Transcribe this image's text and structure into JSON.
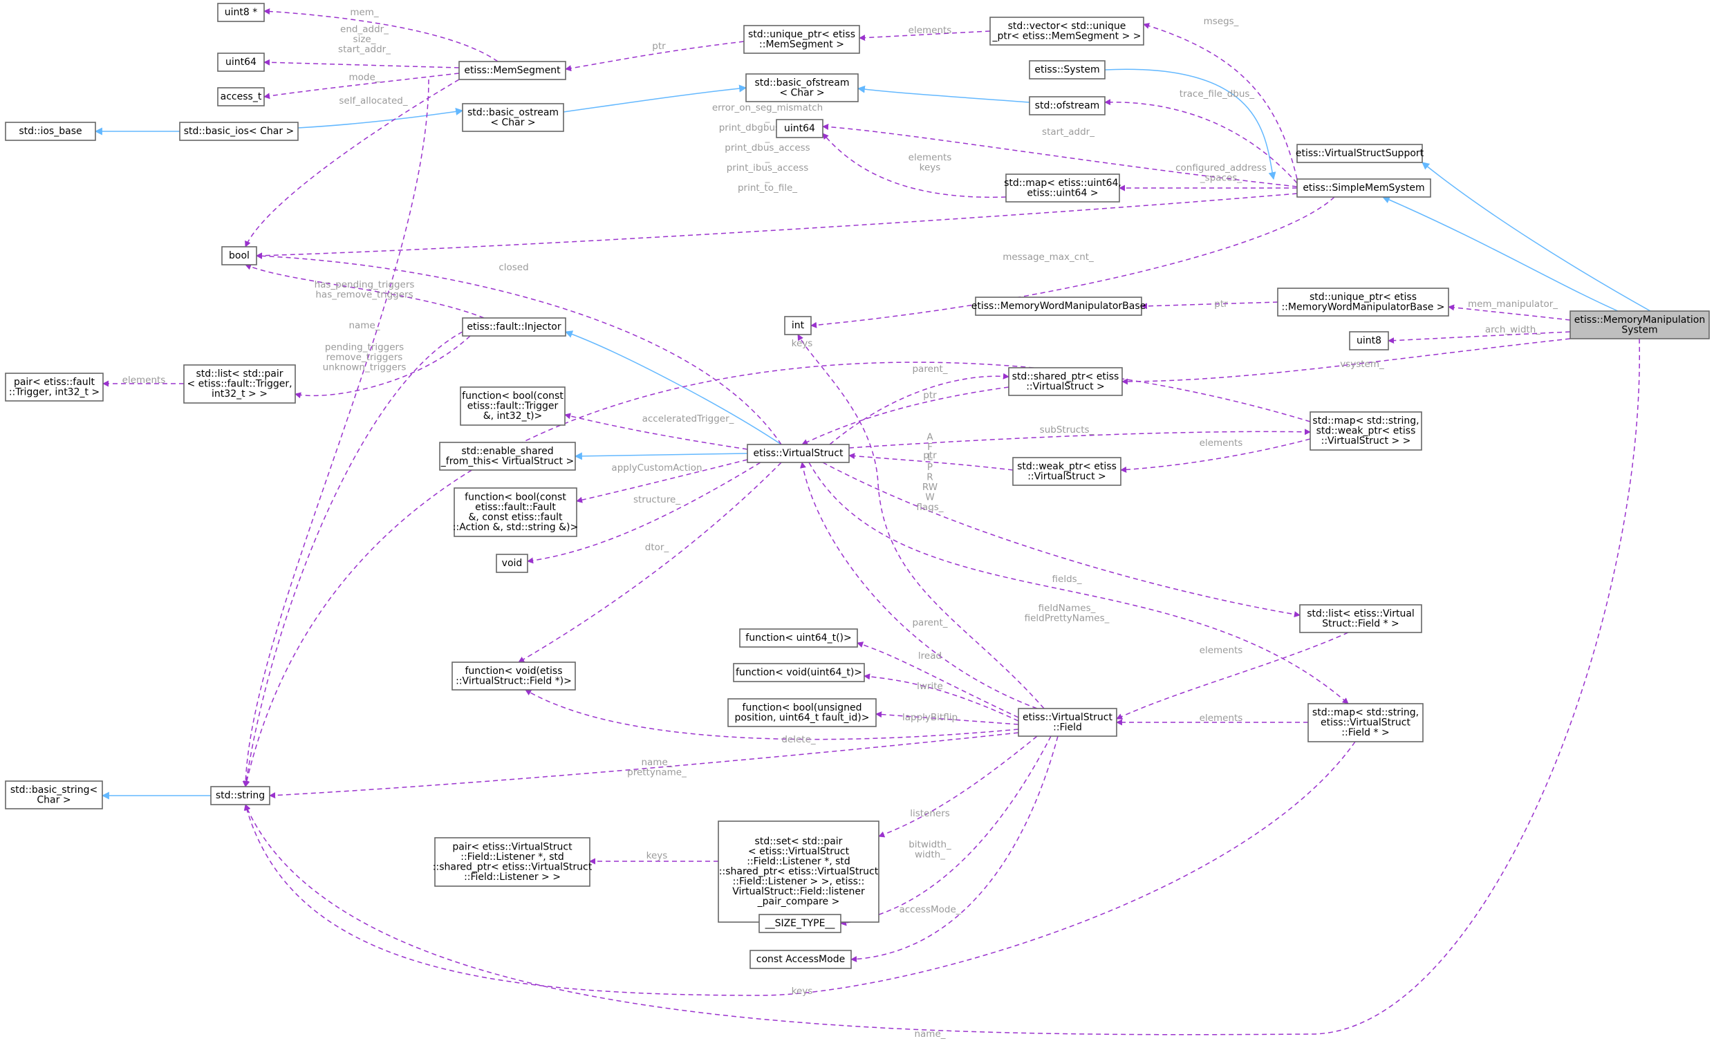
{
  "nodes": [
    {
      "id": "uint8p",
      "lines": [
        "uint8 *"
      ]
    },
    {
      "id": "uint64a",
      "lines": [
        "uint64"
      ]
    },
    {
      "id": "access_t",
      "lines": [
        "access_t"
      ]
    },
    {
      "id": "ios_base",
      "lines": [
        "std::ios_base"
      ]
    },
    {
      "id": "basic_ios",
      "lines": [
        "std::basic_ios< Char >"
      ]
    },
    {
      "id": "memseg",
      "lines": [
        "etiss::MemSegment"
      ]
    },
    {
      "id": "basic_ostream",
      "lines": [
        "std::basic_ostream",
        "< Char >"
      ]
    },
    {
      "id": "uptr_memseg",
      "lines": [
        "std::unique_ptr< etiss",
        "::MemSegment >"
      ]
    },
    {
      "id": "vec_uptr",
      "lines": [
        "std::vector< std::unique",
        "_ptr< etiss::MemSegment > >"
      ]
    },
    {
      "id": "basic_ofstream",
      "lines": [
        "std::basic_ofstream",
        "< Char >"
      ]
    },
    {
      "id": "system",
      "lines": [
        "etiss::System"
      ]
    },
    {
      "id": "ofstream",
      "lines": [
        "std::ofstream"
      ]
    },
    {
      "id": "vss",
      "lines": [
        "etiss::VirtualStructSupport"
      ]
    },
    {
      "id": "uint64b",
      "lines": [
        "uint64"
      ]
    },
    {
      "id": "map_u64",
      "lines": [
        "std::map< etiss::uint64,",
        "etiss::uint64 >"
      ]
    },
    {
      "id": "smms",
      "lines": [
        "etiss::SimpleMemSystem"
      ]
    },
    {
      "id": "bool",
      "lines": [
        "bool"
      ]
    },
    {
      "id": "int",
      "lines": [
        "int"
      ]
    },
    {
      "id": "mwmb",
      "lines": [
        "etiss::MemoryWordManipulatorBase"
      ]
    },
    {
      "id": "uptr_mwmb",
      "lines": [
        "std::unique_ptr< etiss",
        "::MemoryWordManipulatorBase >"
      ]
    },
    {
      "id": "mms",
      "lines": [
        "etiss::MemoryManipulation",
        "System"
      ]
    },
    {
      "id": "uint8",
      "lines": [
        "uint8"
      ]
    },
    {
      "id": "injector",
      "lines": [
        "etiss::fault::Injector"
      ]
    },
    {
      "id": "pair_trig",
      "lines": [
        "pair< etiss::fault",
        "::Trigger, int32_t >"
      ]
    },
    {
      "id": "list_pair",
      "lines": [
        "std::list< std::pair",
        "< etiss::fault::Trigger,",
        "int32_t > >"
      ]
    },
    {
      "id": "sptr_vs",
      "lines": [
        "std::shared_ptr< etiss",
        "::VirtualStruct >"
      ]
    },
    {
      "id": "func_trig",
      "lines": [
        "function< bool(const",
        "etiss::fault::Trigger",
        "&, int32_t)>"
      ]
    },
    {
      "id": "map_weak",
      "lines": [
        "std::map< std::string,",
        "std::weak_ptr< etiss",
        "::VirtualStruct > >"
      ]
    },
    {
      "id": "esft",
      "lines": [
        "std::enable_shared",
        "_from_this< VirtualStruct >"
      ]
    },
    {
      "id": "vs",
      "lines": [
        "etiss::VirtualStruct"
      ]
    },
    {
      "id": "wptr_vs",
      "lines": [
        "std::weak_ptr< etiss",
        "::VirtualStruct >"
      ]
    },
    {
      "id": "func_fault",
      "lines": [
        "function< bool(const",
        "etiss::fault::Fault",
        "&, const etiss::fault",
        "::Action &, std::string &)>"
      ]
    },
    {
      "id": "void",
      "lines": [
        "void"
      ]
    },
    {
      "id": "list_field",
      "lines": [
        "std::list< etiss::Virtual",
        "Struct::Field * >"
      ]
    },
    {
      "id": "func_u64",
      "lines": [
        "function< uint64_t()>"
      ]
    },
    {
      "id": "func_void_u64",
      "lines": [
        "function< void(uint64_t)>"
      ]
    },
    {
      "id": "func_field",
      "lines": [
        "function< void(etiss",
        "::VirtualStruct::Field *)>"
      ]
    },
    {
      "id": "func_bitflip",
      "lines": [
        "function< bool(unsigned",
        "position, uint64_t fault_id)>"
      ]
    },
    {
      "id": "field",
      "lines": [
        "etiss::VirtualStruct",
        "::Field"
      ]
    },
    {
      "id": "map_field",
      "lines": [
        "std::map< std::string,",
        "etiss::VirtualStruct",
        "::Field * >"
      ]
    },
    {
      "id": "basic_string",
      "lines": [
        "std::basic_string<",
        "Char >"
      ]
    },
    {
      "id": "string",
      "lines": [
        "std::string"
      ]
    },
    {
      "id": "pair_listener",
      "lines": [
        "pair< etiss::VirtualStruct",
        "::Field::Listener *, std",
        "::shared_ptr< etiss::VirtualStruct",
        "::Field::Listener > >"
      ]
    },
    {
      "id": "set_pair",
      "lines": [
        "std::set< std::pair",
        "< etiss::VirtualStruct",
        "::Field::Listener *, std",
        "::shared_ptr< etiss::VirtualStruct",
        "::Field::Listener > >, etiss::",
        "VirtualStruct::Field::listener",
        "_pair_compare >"
      ]
    },
    {
      "id": "size_type",
      "lines": [
        "__SIZE_TYPE__"
      ]
    },
    {
      "id": "access_mode",
      "lines": [
        "const AccessMode"
      ]
    }
  ],
  "edge_labels": [
    {
      "id": "l_mem",
      "lines": [
        "mem_"
      ]
    },
    {
      "id": "l_end",
      "lines": [
        "end_addr_",
        "size_",
        "start_addr_"
      ]
    },
    {
      "id": "l_mode",
      "lines": [
        "mode_"
      ]
    },
    {
      "id": "l_selfalloc",
      "lines": [
        "self_allocated_"
      ]
    },
    {
      "id": "l_ptr1",
      "lines": [
        "ptr"
      ]
    },
    {
      "id": "l_elements1",
      "lines": [
        "elements"
      ]
    },
    {
      "id": "l_msegs",
      "lines": [
        "msegs_"
      ]
    },
    {
      "id": "l_trace",
      "lines": [
        "trace_file_dbus_"
      ]
    },
    {
      "id": "l_startaddr",
      "lines": [
        "start_addr_"
      ]
    },
    {
      "id": "l_elkeys",
      "lines": [
        "elements",
        "keys"
      ]
    },
    {
      "id": "l_confaddr",
      "lines": [
        "configured_address",
        "_spaces_"
      ]
    },
    {
      "id": "l_bools",
      "lines": [
        "error_on_seg_mismatch",
        "_",
        "print_dbgbus_access",
        "_",
        "print_dbus_access",
        "_",
        "print_ibus_access",
        "_",
        "print_to_file_"
      ]
    },
    {
      "id": "l_msgmax",
      "lines": [
        "message_max_cnt_"
      ]
    },
    {
      "id": "l_closed",
      "lines": [
        "closed"
      ]
    },
    {
      "id": "l_haspending",
      "lines": [
        "has_pending_triggers",
        "has_remove_triggers"
      ]
    },
    {
      "id": "l_name1",
      "lines": [
        "name_"
      ]
    },
    {
      "id": "l_pending",
      "lines": [
        "pending_triggers",
        "remove_triggers",
        "unknown_triggers"
      ]
    },
    {
      "id": "l_elements2",
      "lines": [
        "elements"
      ]
    },
    {
      "id": "l_ptr2",
      "lines": [
        "ptr"
      ]
    },
    {
      "id": "l_memmanip",
      "lines": [
        "mem_manipulator_"
      ]
    },
    {
      "id": "l_archwidth",
      "lines": [
        "arch_width_"
      ]
    },
    {
      "id": "l_keys1",
      "lines": [
        "keys"
      ]
    },
    {
      "id": "l_vsystem",
      "lines": [
        "vsystem_"
      ]
    },
    {
      "id": "l_parent1",
      "lines": [
        "parent_"
      ]
    },
    {
      "id": "l_ptr3",
      "lines": [
        "ptr"
      ]
    },
    {
      "id": "l_accel",
      "lines": [
        "acceleratedTrigger_"
      ]
    },
    {
      "id": "l_substructs",
      "lines": [
        "subStructs_"
      ]
    },
    {
      "id": "l_elements3",
      "lines": [
        "elements"
      ]
    },
    {
      "id": "l_ptr4",
      "lines": [
        "ptr"
      ]
    },
    {
      "id": "l_applycustom",
      "lines": [
        "applyCustomAction"
      ]
    },
    {
      "id": "l_structure",
      "lines": [
        "structure_"
      ]
    },
    {
      "id": "l_flags",
      "lines": [
        "A",
        "F",
        "L",
        "P",
        "R",
        "RW",
        "W",
        "flags_"
      ]
    },
    {
      "id": "l_dtor",
      "lines": [
        "dtor_"
      ]
    },
    {
      "id": "l_fields",
      "lines": [
        "fields_"
      ]
    },
    {
      "id": "l_fieldnames",
      "lines": [
        "fieldNames_",
        "fieldPrettyNames_"
      ]
    },
    {
      "id": "l_parent2",
      "lines": [
        "parent_"
      ]
    },
    {
      "id": "l_elements4",
      "lines": [
        "elements"
      ]
    },
    {
      "id": "l_lread",
      "lines": [
        "lread"
      ]
    },
    {
      "id": "l_lwrite",
      "lines": [
        "lwrite"
      ]
    },
    {
      "id": "l_lapply",
      "lines": [
        "lapplyBitflip"
      ]
    },
    {
      "id": "l_elements5",
      "lines": [
        "elements"
      ]
    },
    {
      "id": "l_delete",
      "lines": [
        "delete_"
      ]
    },
    {
      "id": "l_nameprettyname",
      "lines": [
        "name_",
        "prettyname_"
      ]
    },
    {
      "id": "l_listeners",
      "lines": [
        "listeners"
      ]
    },
    {
      "id": "l_keys2",
      "lines": [
        "keys"
      ]
    },
    {
      "id": "l_bitwidth",
      "lines": [
        "bitwidth_",
        "width_"
      ]
    },
    {
      "id": "l_accessmode",
      "lines": [
        "accessMode_"
      ]
    },
    {
      "id": "l_keys3",
      "lines": [
        "keys"
      ]
    },
    {
      "id": "l_name2",
      "lines": [
        "name_"
      ]
    }
  ],
  "colors": {
    "dependency": "#9a32cd",
    "inheritance": "#63b8ff",
    "label": "#9a9a9a",
    "highlight_fill": "#bfbfbf",
    "node_border": "#666666"
  }
}
